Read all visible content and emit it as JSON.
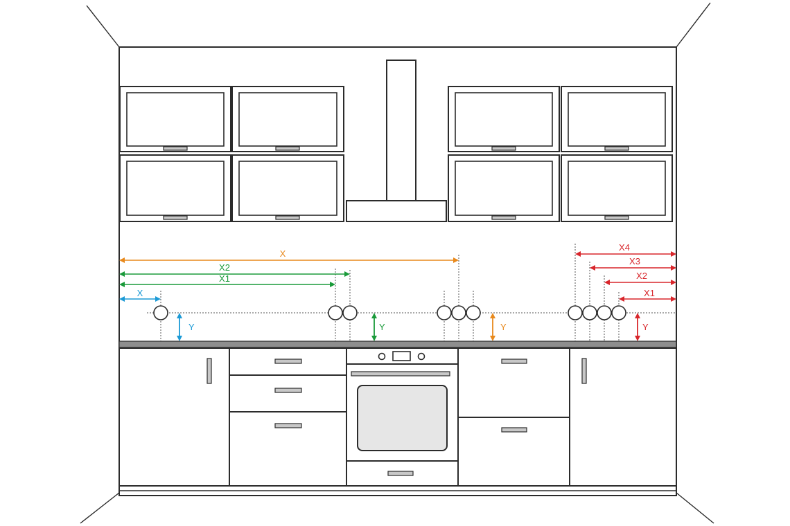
{
  "diagram": {
    "colors": {
      "line": "#2b2b2b",
      "orange": "#e8891c",
      "green": "#1a9a3a",
      "blue": "#1b9ad6",
      "red": "#d8262b",
      "countertop": "#8e8e8e",
      "oven_window": "#e6e6e6"
    },
    "left_group": {
      "labels": {
        "x": "X",
        "x1": "X1",
        "x2": "X2",
        "x_short": "X",
        "y_blue": "Y",
        "y_green": "Y",
        "y_orange": "Y"
      }
    },
    "right_group": {
      "labels": {
        "x1": "X1",
        "x2": "X2",
        "x3": "X3",
        "x4": "X4",
        "y_red": "Y"
      }
    }
  }
}
